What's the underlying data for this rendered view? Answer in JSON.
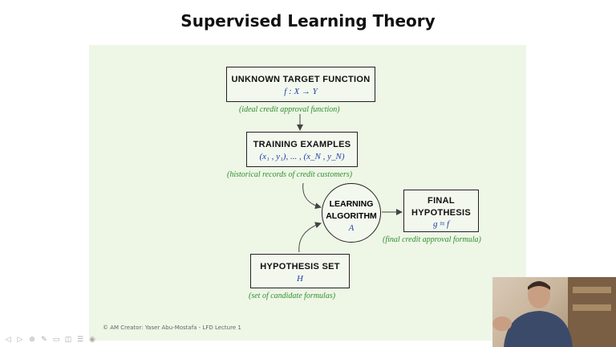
{
  "slide_title": "Supervised Learning Theory",
  "nodes": {
    "target": {
      "label": "UNKNOWN  TARGET  FUNCTION",
      "math": "f : X → Y",
      "caption": "(ideal  credit  approval  function)"
    },
    "training": {
      "label": "TRAINING  EXAMPLES",
      "math": "(x₁ , y₁), ... , (x_N , y_N)",
      "caption": "(historical  records  of  credit  customers)"
    },
    "algorithm": {
      "label_line1": "LEARNING",
      "label_line2": "ALGORITHM",
      "math": "A"
    },
    "final": {
      "label_line1": "FINAL",
      "label_line2": "HYPOTHESIS",
      "math": "g ≈ f",
      "caption": "(final  credit  approval  formula)"
    },
    "hypothesis_set": {
      "label": "HYPOTHESIS  SET",
      "math": "H",
      "caption": "(set  of  candidate  formulas)"
    }
  },
  "footer": "© AM  Creator: Yaser Abu-Mostafa - LFD Lecture 1",
  "toolbar_icons": [
    "prev-icon",
    "next-icon",
    "zoom-icon",
    "pen-icon",
    "highlighter-icon",
    "eraser-icon",
    "menu-icon",
    "camera-icon"
  ],
  "toolbar_glyphs": [
    "◁",
    "▷",
    "⊕",
    "✎",
    "▭",
    "◫",
    "☰",
    "◉"
  ]
}
